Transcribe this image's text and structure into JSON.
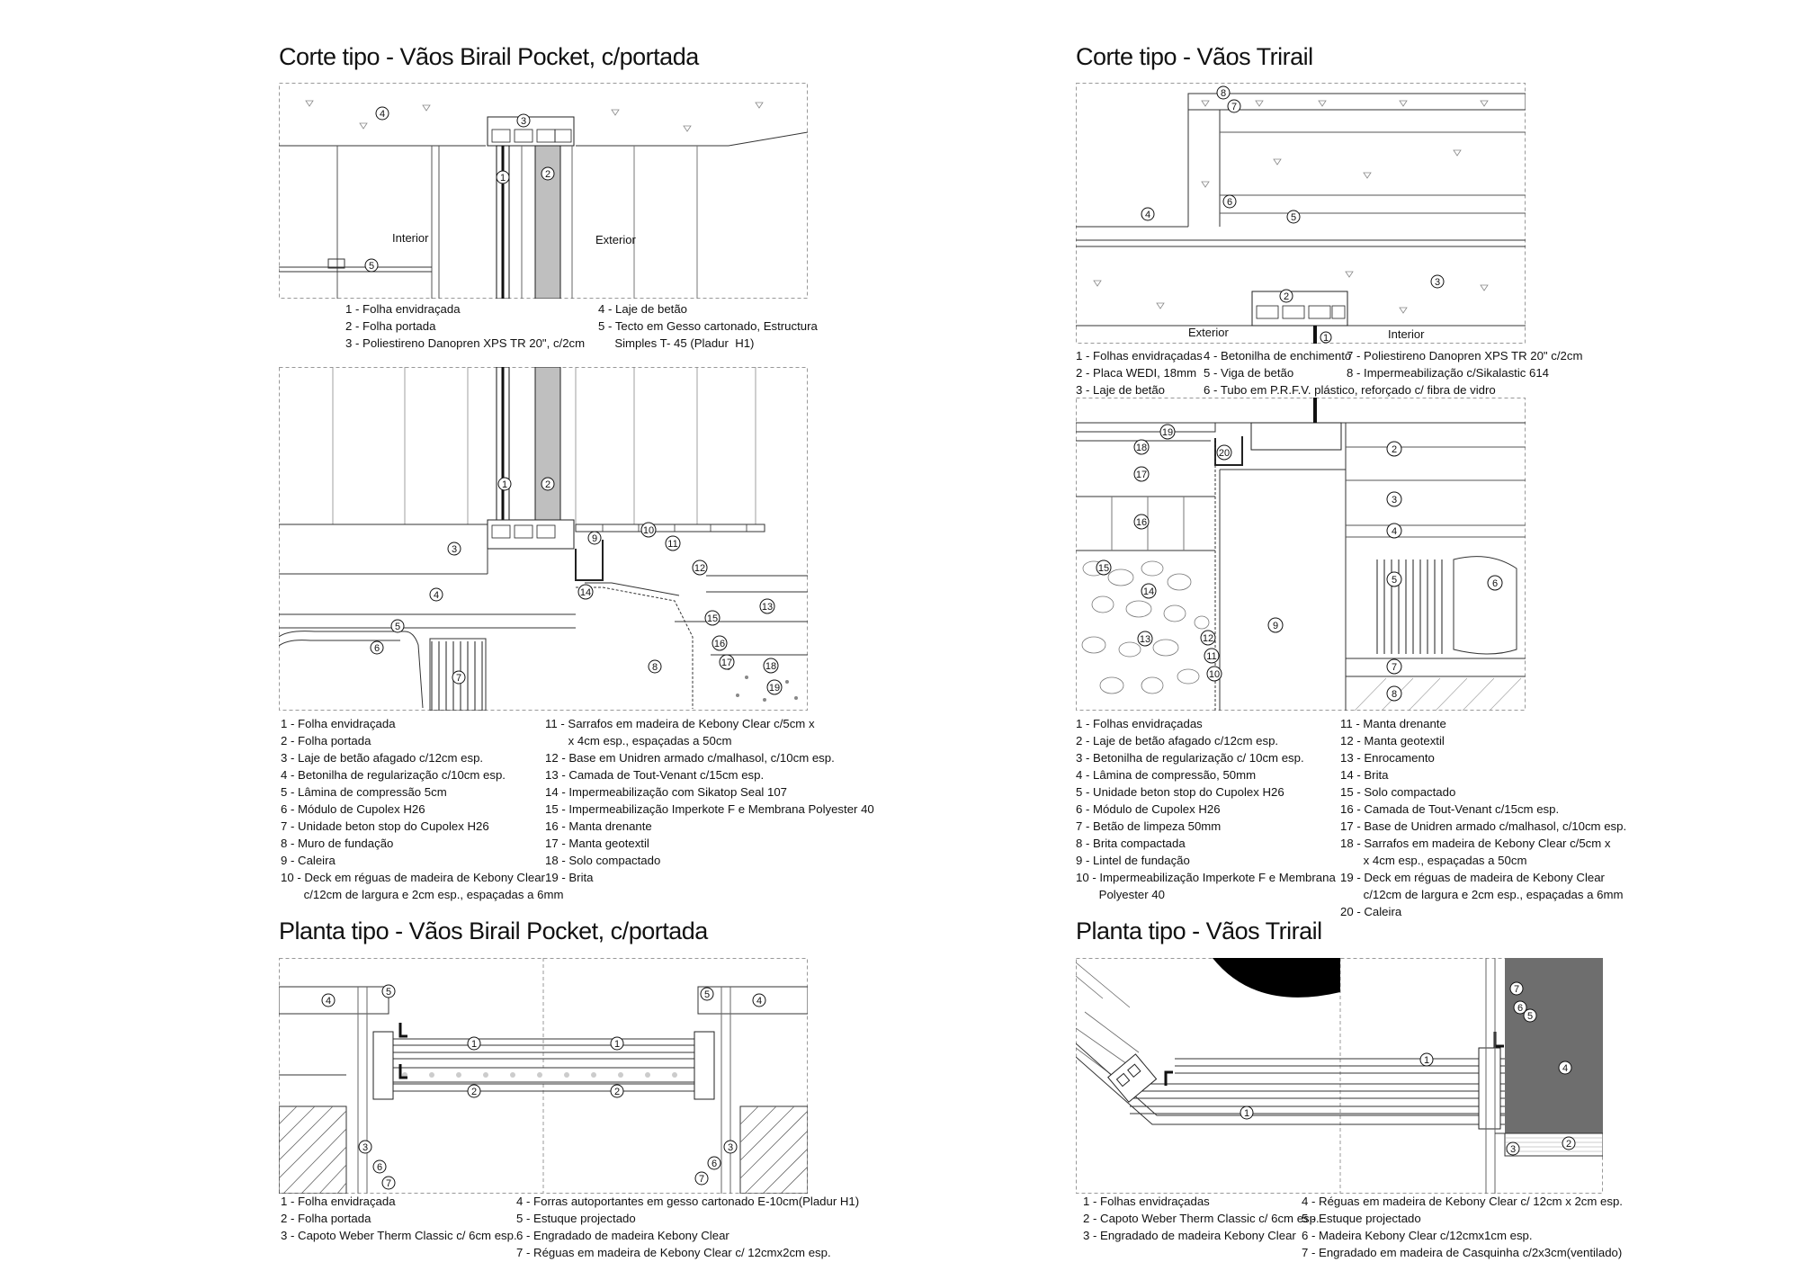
{
  "section_birail": {
    "title": "Corte tipo - Vãos Birail Pocket, c/portada",
    "top_labels": {
      "interior": "Interior",
      "exterior": "Exterior"
    },
    "top_legend_left": [
      "1 - Folha envidraçada",
      "2 - Folha portada",
      "3 - Poliestireno Danopren XPS TR 20\", c/2cm"
    ],
    "top_legend_right": [
      "4 - Laje de betão",
      "5 - Tecto em Gesso cartonado, Estructura",
      "     Simples T- 45 (Pladur  H1)"
    ],
    "bottom_legend_left": [
      "1 - Folha envidraçada",
      "2 - Folha portada",
      "3 - Laje de betão afagado c/12cm esp.",
      "4 - Betonilha de regularização c/10cm esp.",
      "5 - Lâmina de compressão 5cm",
      "6 - Módulo de Cupolex H26",
      "7 - Unidade beton stop do Cupolex H26",
      "8 - Muro de fundação",
      "9 - Caleira",
      "10 - Deck em réguas de madeira de Kebony Clear",
      "       c/12cm de largura e 2cm esp., espaçadas a 6mm"
    ],
    "bottom_legend_right": [
      "11 - Sarrafos em madeira de Kebony Clear c/5cm x",
      "       x 4cm esp., espaçadas a 50cm",
      "12 - Base em Unidren armado c/malhasol, c/10cm esp.",
      "13 - Camada de Tout-Venant c/15cm esp.",
      "14 - Impermeabilização com Sikatop Seal 107",
      "15 - Impermeabilização Imperkote F e Membrana Polyester 40",
      "16 - Manta drenante",
      "17 - Manta geotextil",
      "18 - Solo compactado",
      "19 - Brita"
    ]
  },
  "section_trirail": {
    "title": "Corte tipo - Vãos Trirail",
    "labels": {
      "exterior": "Exterior",
      "interior": "Interior"
    },
    "top_legend_col1": [
      "1 - Folhas envidraçadas",
      "2 - Placa WEDI, 18mm",
      "3 - Laje de betão"
    ],
    "top_legend_col2": [
      "4 - Betonilha de enchimento",
      "5 - Viga de betão",
      "6 - Tubo em P.R.F.V. plástico, reforçado c/ fibra de vidro"
    ],
    "top_legend_col3": [
      "7 - Poliestireno Danopren XPS TR 20\" c/2cm",
      "8 - Impermeabilização c/Sikalastic 614"
    ],
    "bottom_legend_left": [
      "1 - Folhas envidraçadas",
      "2 - Laje de betão afagado c/12cm esp.",
      "3 - Betonilha de regularização c/ 10cm esp.",
      "4 - Lâmina de compressão, 50mm",
      "5 - Unidade beton stop do Cupolex H26",
      "6 - Módulo de Cupolex H26",
      "7 - Betão de limpeza 50mm",
      "8 - Brita compactada",
      "9 - Lintel de fundação",
      "10 - Impermeabilização Imperkote F e Membrana",
      "       Polyester 40"
    ],
    "bottom_legend_right": [
      "11 - Manta drenante",
      "12 - Manta geotextil",
      "13 - Enrocamento",
      "14 - Brita",
      "15 - Solo compactado",
      "16 - Camada de Tout-Venant c/15cm esp.",
      "17 - Base de Unidren armado c/malhasol, c/10cm esp.",
      "18 - Sarrafos em madeira de Kebony Clear c/5cm x",
      "       x 4cm esp., espaçadas a 50cm",
      "19 - Deck em réguas de madeira de Kebony Clear",
      "       c/12cm de largura e 2cm esp., espaçadas a 6mm",
      "20 - Caleira"
    ]
  },
  "plan_birail": {
    "title": "Planta tipo - Vãos Birail Pocket, c/portada",
    "legend_left": [
      "1 - Folha envidraçada",
      "2 - Folha portada",
      "3 - Capoto Weber Therm Classic c/ 6cm esp."
    ],
    "legend_right": [
      "4 - Forras autoportantes em gesso cartonado E-10cm(Pladur H1)",
      "5 - Estuque projectado",
      "6 - Engradado de madeira Kebony Clear",
      "7 - Réguas em madeira de Kebony Clear c/ 12cmx2cm esp."
    ]
  },
  "plan_trirail": {
    "title": "Planta tipo - Vãos Trirail",
    "legend_left": [
      "1 - Folhas envidraçadas",
      "2 - Capoto Weber Therm Classic c/ 6cm esp.",
      "3 - Engradado de madeira Kebony Clear"
    ],
    "legend_right": [
      "4 - Réguas em madeira de Kebony Clear c/ 12cm x 2cm esp.",
      "5 - Estuque projectado",
      "6 - Madeira Kebony Clear c/12cmx1cm esp.",
      "7 - Engradado em madeira de Casquinha c/2x3cm(ventilado)"
    ]
  },
  "markers": {
    "s1_top": [
      "4",
      "3",
      "1",
      "2",
      "5"
    ],
    "s1_bottom": [
      "1",
      "2",
      "3",
      "4",
      "5",
      "6",
      "7",
      "8",
      "9",
      "10",
      "11",
      "12",
      "13",
      "14",
      "15",
      "16",
      "17",
      "18",
      "19"
    ],
    "s2_top": [
      "8",
      "7",
      "4",
      "6",
      "5",
      "3",
      "2",
      "1"
    ],
    "s2_bottom": [
      "19",
      "18",
      "20",
      "17",
      "16",
      "15",
      "14",
      "13",
      "12",
      "11",
      "10",
      "9",
      "2",
      "3",
      "4",
      "5",
      "6",
      "7",
      "8"
    ],
    "p1": [
      "4",
      "5",
      "1",
      "1",
      "2",
      "2",
      "4",
      "3",
      "6",
      "7",
      "3",
      "6",
      "5",
      "7"
    ],
    "p2": [
      "1",
      "1",
      "7",
      "6",
      "5",
      "4",
      "3",
      "2"
    ]
  },
  "colors": {
    "line": "#333333",
    "hatch": "#666666",
    "dark_fill": "#6e6e6e",
    "glass": "#b9b9b9"
  }
}
